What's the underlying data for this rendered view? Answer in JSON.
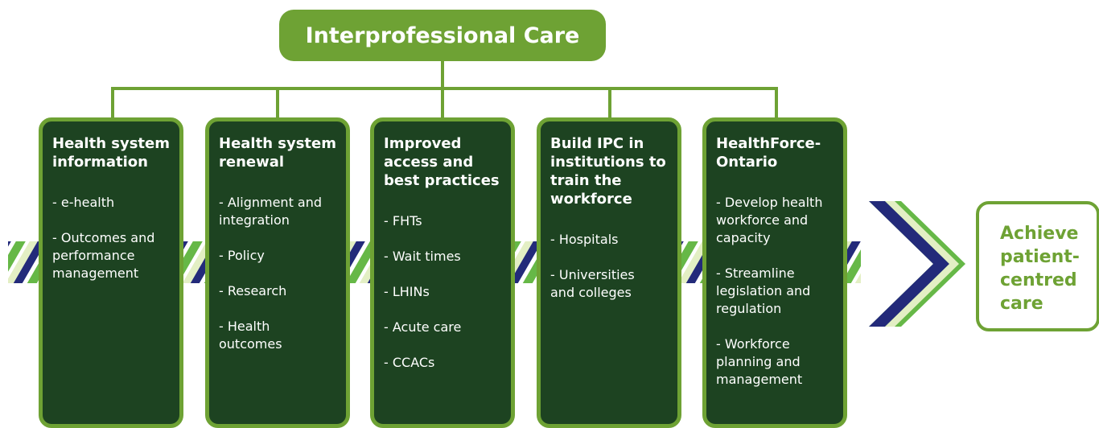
{
  "top": {
    "title": "Interprofessional Care"
  },
  "columns": [
    {
      "title": "Health system\ninformation",
      "items": [
        "- e-health",
        "- Outcomes and\n  performance\n  management"
      ]
    },
    {
      "title": "Health system\nrenewal",
      "items": [
        "- Alignment and\n  integration",
        "- Policy",
        "- Research",
        "- Health\n  outcomes"
      ]
    },
    {
      "title": "Improved\naccess and\nbest practices",
      "items": [
        "- FHTs",
        "- Wait times",
        "- LHINs",
        "- Acute care",
        "- CCACs"
      ]
    },
    {
      "title": "Build IPC in\ninstitutions to\ntrain the\nworkforce",
      "items": [
        "- Hospitals",
        "- Universities\n  and colleges"
      ]
    },
    {
      "title": "HealthForce-\nOntario",
      "items": [
        "- Develop health\n  workforce and\n  capacity",
        "- Streamline\n  legislation and\n  regulation",
        "- Workforce\n  planning and\n  management"
      ]
    }
  ],
  "goal": {
    "label": "Achieve\npatient-\ncentred\ncare"
  },
  "colors": {
    "brand_green": "#6ea234",
    "box_dark_green": "#1d4321",
    "rope_navy": "#232a7a",
    "rope_green": "#66b847",
    "rope_light": "#e3efc4"
  }
}
